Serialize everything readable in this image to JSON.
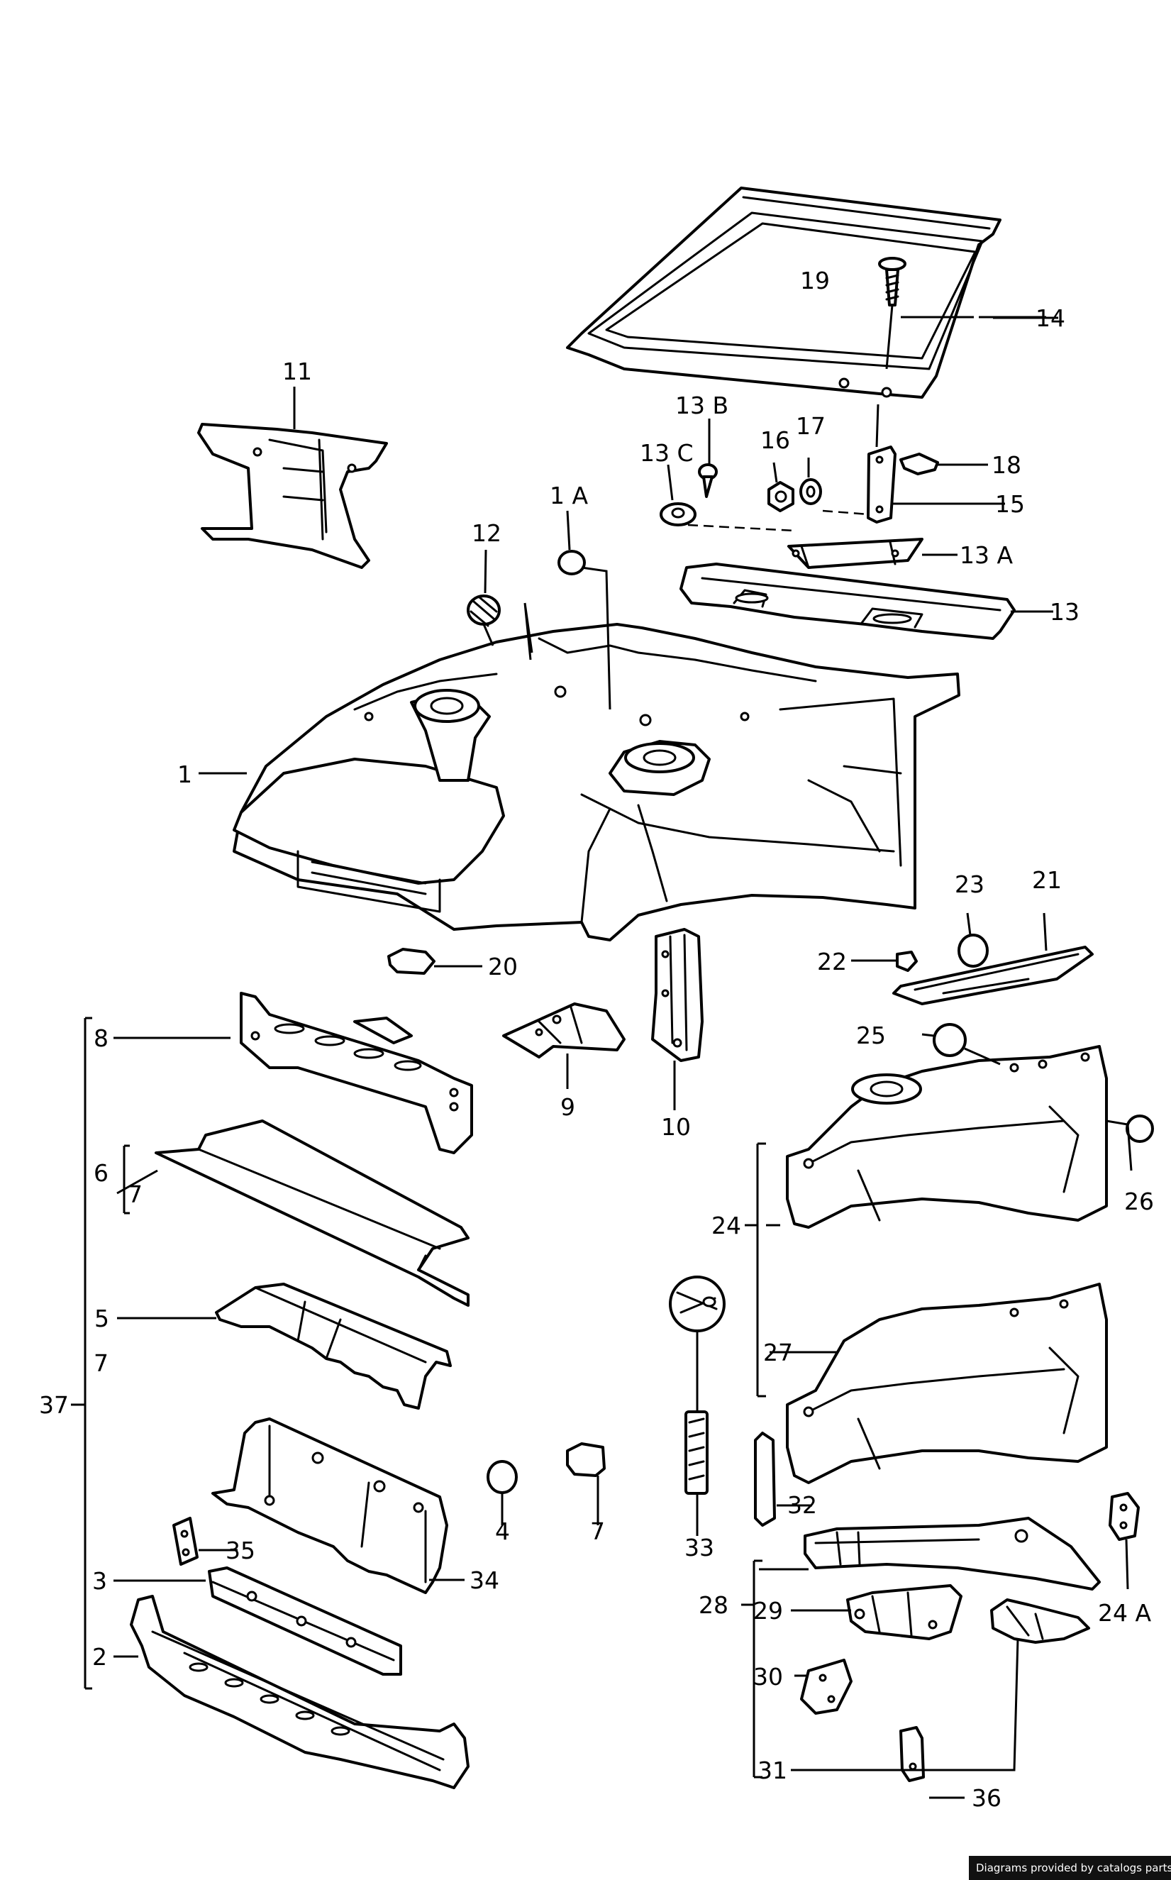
{
  "labels": {
    "p1": "1",
    "p1a": "1 A",
    "p2": "2",
    "p3": "3",
    "p4": "4",
    "p5": "5",
    "p6": "6",
    "p7a": "7",
    "p7b": "7",
    "p7c": "7",
    "p8": "8",
    "p9": "9",
    "p10": "10",
    "p11": "11",
    "p12": "12",
    "p13": "13",
    "p13a": "13 A",
    "p13b": "13 B",
    "p13c": "13 C",
    "p14": "14",
    "p15": "15",
    "p16": "16",
    "p17": "17",
    "p18": "18",
    "p19": "19",
    "p20": "20",
    "p21": "21",
    "p22": "22",
    "p23": "23",
    "p24": "24",
    "p24a": "24 A",
    "p25": "25",
    "p26": "26",
    "p27": "27",
    "p28": "28",
    "p29": "29",
    "p30": "30",
    "p31": "31",
    "p32": "32",
    "p33": "33",
    "p34": "34",
    "p35": "35",
    "p36": "36",
    "p37": "37"
  },
  "credit": "Diagrams provided by catalogs parts"
}
